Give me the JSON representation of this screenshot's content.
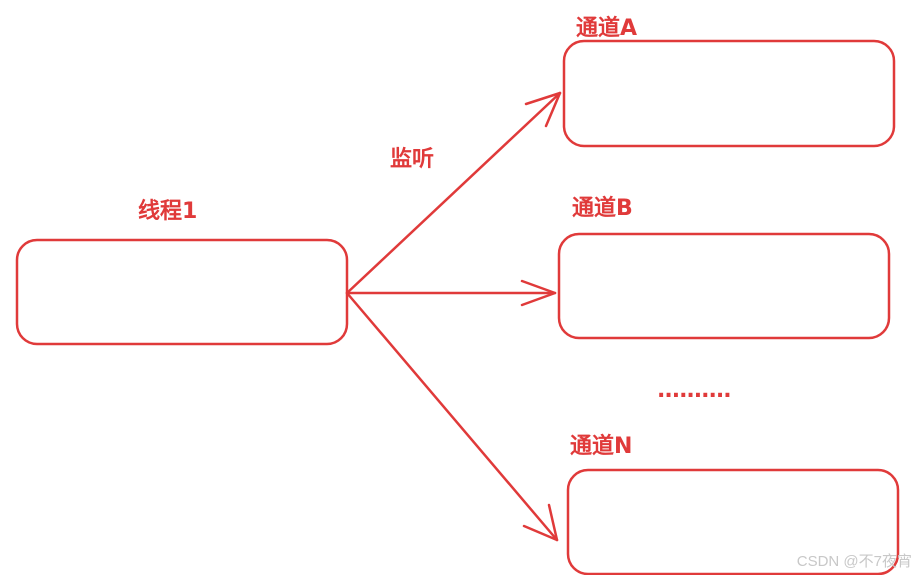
{
  "colors": {
    "stroke": "#e03a3a",
    "watermark": "#c8c8c8"
  },
  "thread": {
    "label": "线程1"
  },
  "edge_label": "监听",
  "channels": [
    {
      "label": "通道A"
    },
    {
      "label": "通道B"
    },
    {
      "label": "通道N"
    }
  ],
  "ellipsis": "..........",
  "watermark": "CSDN @不7夜宵"
}
